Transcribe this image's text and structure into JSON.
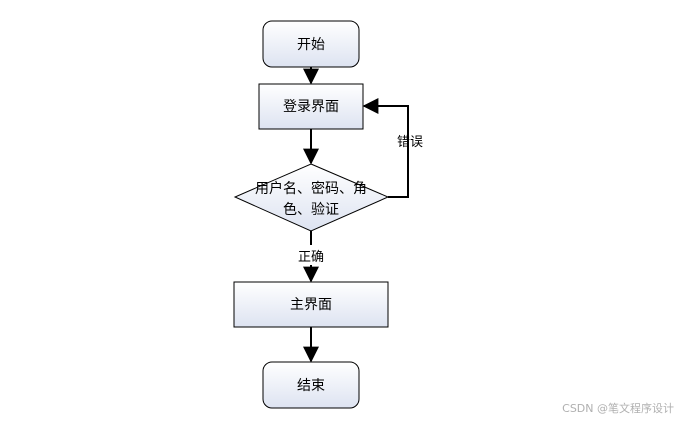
{
  "diagram": {
    "nodes": {
      "start": "开始",
      "login": "登录界面",
      "check_line1": "用户名、密码、角",
      "check_line2": "色、验证",
      "main": "主界面",
      "end": "结束"
    },
    "edges": {
      "error": "错误",
      "correct": "正确"
    }
  },
  "watermark": "CSDN @笔文程序设计",
  "colors": {
    "stroke": "#000000",
    "fill_top": "#ffffff",
    "fill_bottom": "#dde3f1"
  }
}
